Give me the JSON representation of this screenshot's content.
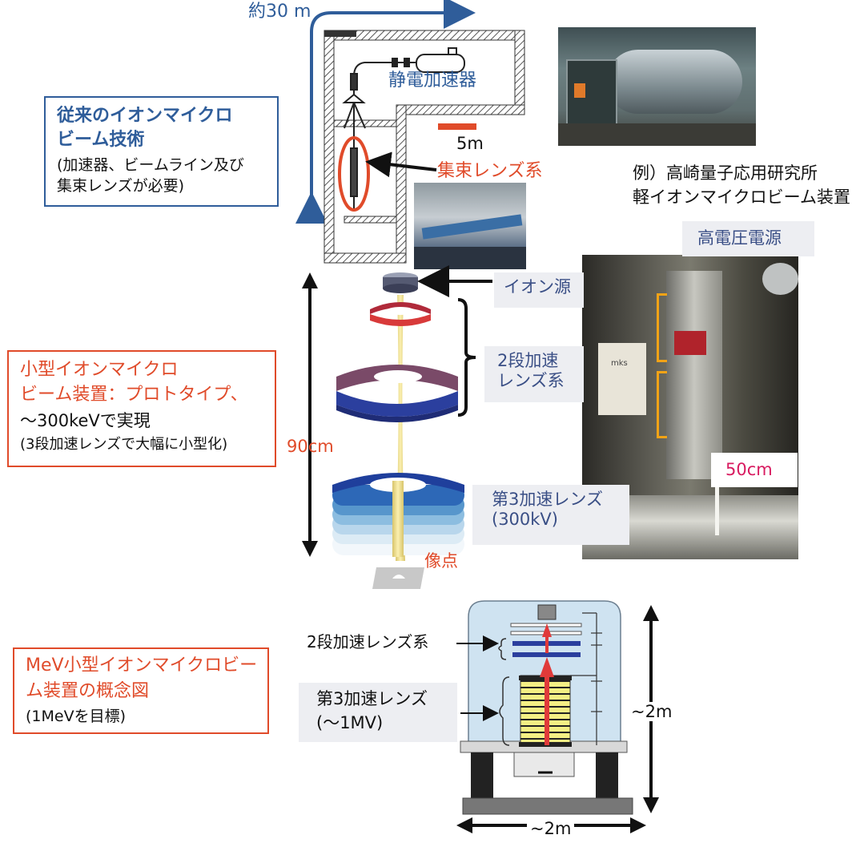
{
  "top": {
    "distance_label": "約30 m",
    "accelerator_label": "静電加速器",
    "scale_label": "5m",
    "lens_label": "集束レンズ系",
    "example_line1": "例）高崎量子応用研究所",
    "example_line2": "軽イオンマイクロビーム装置"
  },
  "conventional_box": {
    "title_line1": "従来のイオンマイクロ",
    "title_line2": "ビーム技術",
    "note_line1": "(加速器、ビームライン及び",
    "note_line2": "集束レンズが必要)"
  },
  "prototype_box": {
    "line1": "小型イオンマイクロ",
    "line2": "ビーム装置：プロトタイプ、",
    "line3": "～300keVで実現",
    "line4": "(3段加速レンズで大幅に小型化)"
  },
  "middle": {
    "height_label": "90cm",
    "image_point_label": "像点",
    "ion_source_label": "イオン源",
    "two_stage_line1": "2段加速",
    "two_stage_line2": "レンズ系",
    "third_lens_line1": "第3加速レンズ",
    "third_lens_line2": "(300kV)",
    "hv_label": "高電圧電源",
    "photo_scale_label": "50cm",
    "photo_sign": "mks"
  },
  "concept_box": {
    "line1": "MeV小型イオンマイクロビー",
    "line2": "ム装置の概念図",
    "line3": "(1MeVを目標)"
  },
  "bottom": {
    "two_stage_label": "2段加速レンズ系",
    "third_lens_line1": "第3加速レンズ",
    "third_lens_line2": "(～1MV)",
    "height_label": "~2m",
    "width_label": "~2m"
  },
  "colors": {
    "accent_blue": "#2f5d9a",
    "accent_red": "#e04b2a",
    "label_grey": "#edeef2",
    "photo_scale_pink": "#d81b60"
  }
}
